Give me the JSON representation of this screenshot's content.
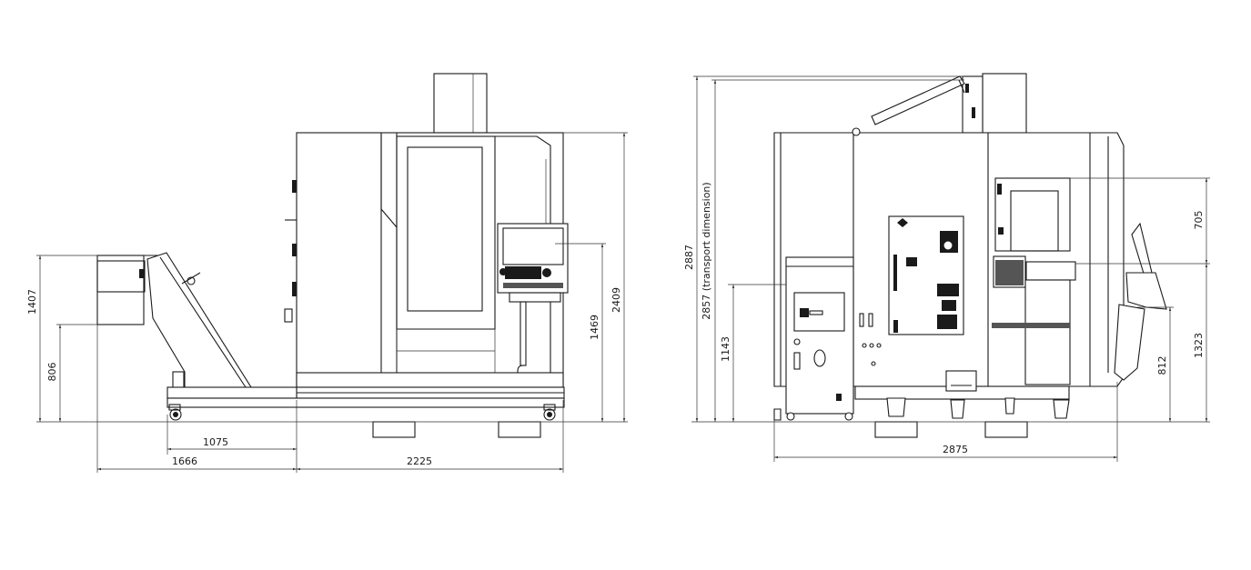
{
  "front_view": {
    "dimensions": {
      "height_total": "2409",
      "height_panel": "1469",
      "height_conveyor": "1407",
      "height_conveyor_lower": "806",
      "width_conveyor_wheel": "1075",
      "width_conveyor": "1666",
      "width_machine": "2225"
    }
  },
  "side_view": {
    "dimensions": {
      "height_total": "2887",
      "height_transport": "2857 (transport dimension)",
      "height_cabinet": "1143",
      "width_total": "2875",
      "height_window": "705",
      "height_panel": "1323",
      "height_door": "812"
    }
  }
}
